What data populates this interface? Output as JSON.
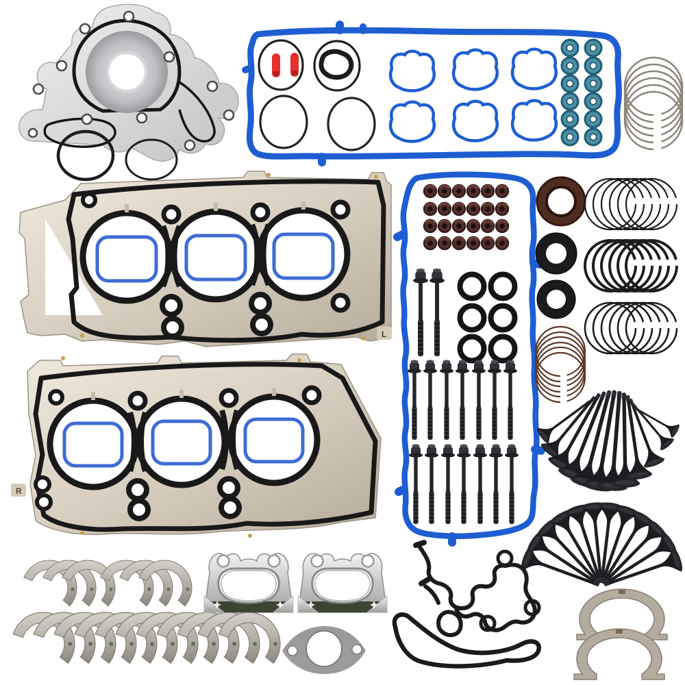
{
  "meta": {
    "description": "Product photo of a complete V6 engine gasket, seal and hardware rebuild kit laid out on a white background",
    "background_color": "#ffffff"
  },
  "labels": {
    "left_head_gasket": "L",
    "right_head_gasket": "R"
  },
  "colors": {
    "silicone_blue": "#1e5ed2",
    "seal_blue": "#3e6cd4",
    "teal_seal": "#4a8fa4",
    "teal_seal_edge": "#1f5d78",
    "dowel_red": "#e5302c",
    "rubber_black": "#1b1b1d",
    "gasket_tan": "#ded5c6",
    "bearing_grey": "#b7b2a9",
    "ring_grey": "#8b8578",
    "ring_brown": "#5c3a28",
    "stem_seal_brown": "#54302b",
    "hardware_black": "#222226",
    "exhaust_band_green": "#3c4432"
  },
  "parts": [
    {
      "name": "water-pump-gasket",
      "label": "Water pump / timing cover metal gasket",
      "count": 1
    },
    {
      "name": "o-rings",
      "label": "Round rubber O-rings",
      "count": 2
    },
    {
      "name": "valve-cover-gaskets",
      "label": "Blue silicone valve cover gaskets",
      "count": 2
    },
    {
      "name": "intake-port-gaskets",
      "label": "Blue intake port gaskets",
      "count": 6
    },
    {
      "name": "spark-plug-tube-seals",
      "label": "Teal spark plug tube seals",
      "count": 12
    },
    {
      "name": "alignment-dowels",
      "label": "Red alignment dowels",
      "count": 2
    },
    {
      "name": "piston-ring-sets",
      "label": "Piston ring sets (1 grey, 1 brown, 3 black)",
      "count": 5
    },
    {
      "name": "head-gasket-left",
      "label": "MLS cylinder head gasket, left bank",
      "count": 1,
      "marking": "L"
    },
    {
      "name": "head-gasket-right",
      "label": "MLS cylinder head gasket, right bank",
      "count": 1,
      "marking": "R"
    },
    {
      "name": "valve-stem-seals",
      "label": "Valve stem seals",
      "count": 24
    },
    {
      "name": "head-bolts",
      "label": "Cylinder head bolts",
      "count": 16
    },
    {
      "name": "shaft-seals",
      "label": "Crank / cam shaft seals (1 brown, 2 black)",
      "count": 3
    },
    {
      "name": "engine-valves",
      "label": "Intake and exhaust valves in two fans",
      "count": 24
    },
    {
      "name": "bearing-shells",
      "label": "Main / rod bearing half shells",
      "count": 17
    },
    {
      "name": "exhaust-manifold-gaskets",
      "label": "Exhaust manifold gaskets",
      "count": 2
    },
    {
      "name": "oval-flange-gasket",
      "label": "Oval flange gasket",
      "count": 1
    },
    {
      "name": "timing-cover-rubber-gasket",
      "label": "Moulded rubber timing cover gasket",
      "count": 1
    },
    {
      "name": "oil-pan-rubber-gasket",
      "label": "Moulded rubber oil pan gasket",
      "count": 1
    },
    {
      "name": "thrust-washers",
      "label": "Crankshaft thrust washer arches",
      "count": 2
    }
  ]
}
